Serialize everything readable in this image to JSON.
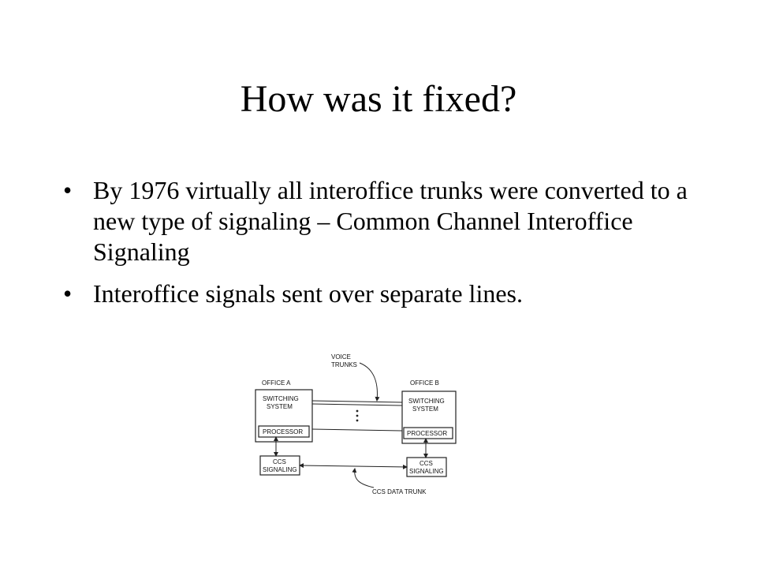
{
  "slide": {
    "title": "How was it fixed?",
    "bullets": [
      "By 1976 virtually all interoffice trunks were converted to a new type of signaling – Common Channel Interoffice Signaling",
      "Interoffice signals sent over separate lines."
    ],
    "bullet_glyph": "•"
  },
  "diagram": {
    "office_a": "OFFICE A",
    "office_b": "OFFICE B",
    "voice_trunks_line1": "VOICE",
    "voice_trunks_line2": "TRUNKS",
    "switching_line1": "SWITCHING",
    "switching_line2": "SYSTEM",
    "processor": "PROCESSOR",
    "ccs_line1": "CCS",
    "ccs_line2": "SIGNALING",
    "ccs_data_trunk": "CCS DATA TRUNK"
  }
}
